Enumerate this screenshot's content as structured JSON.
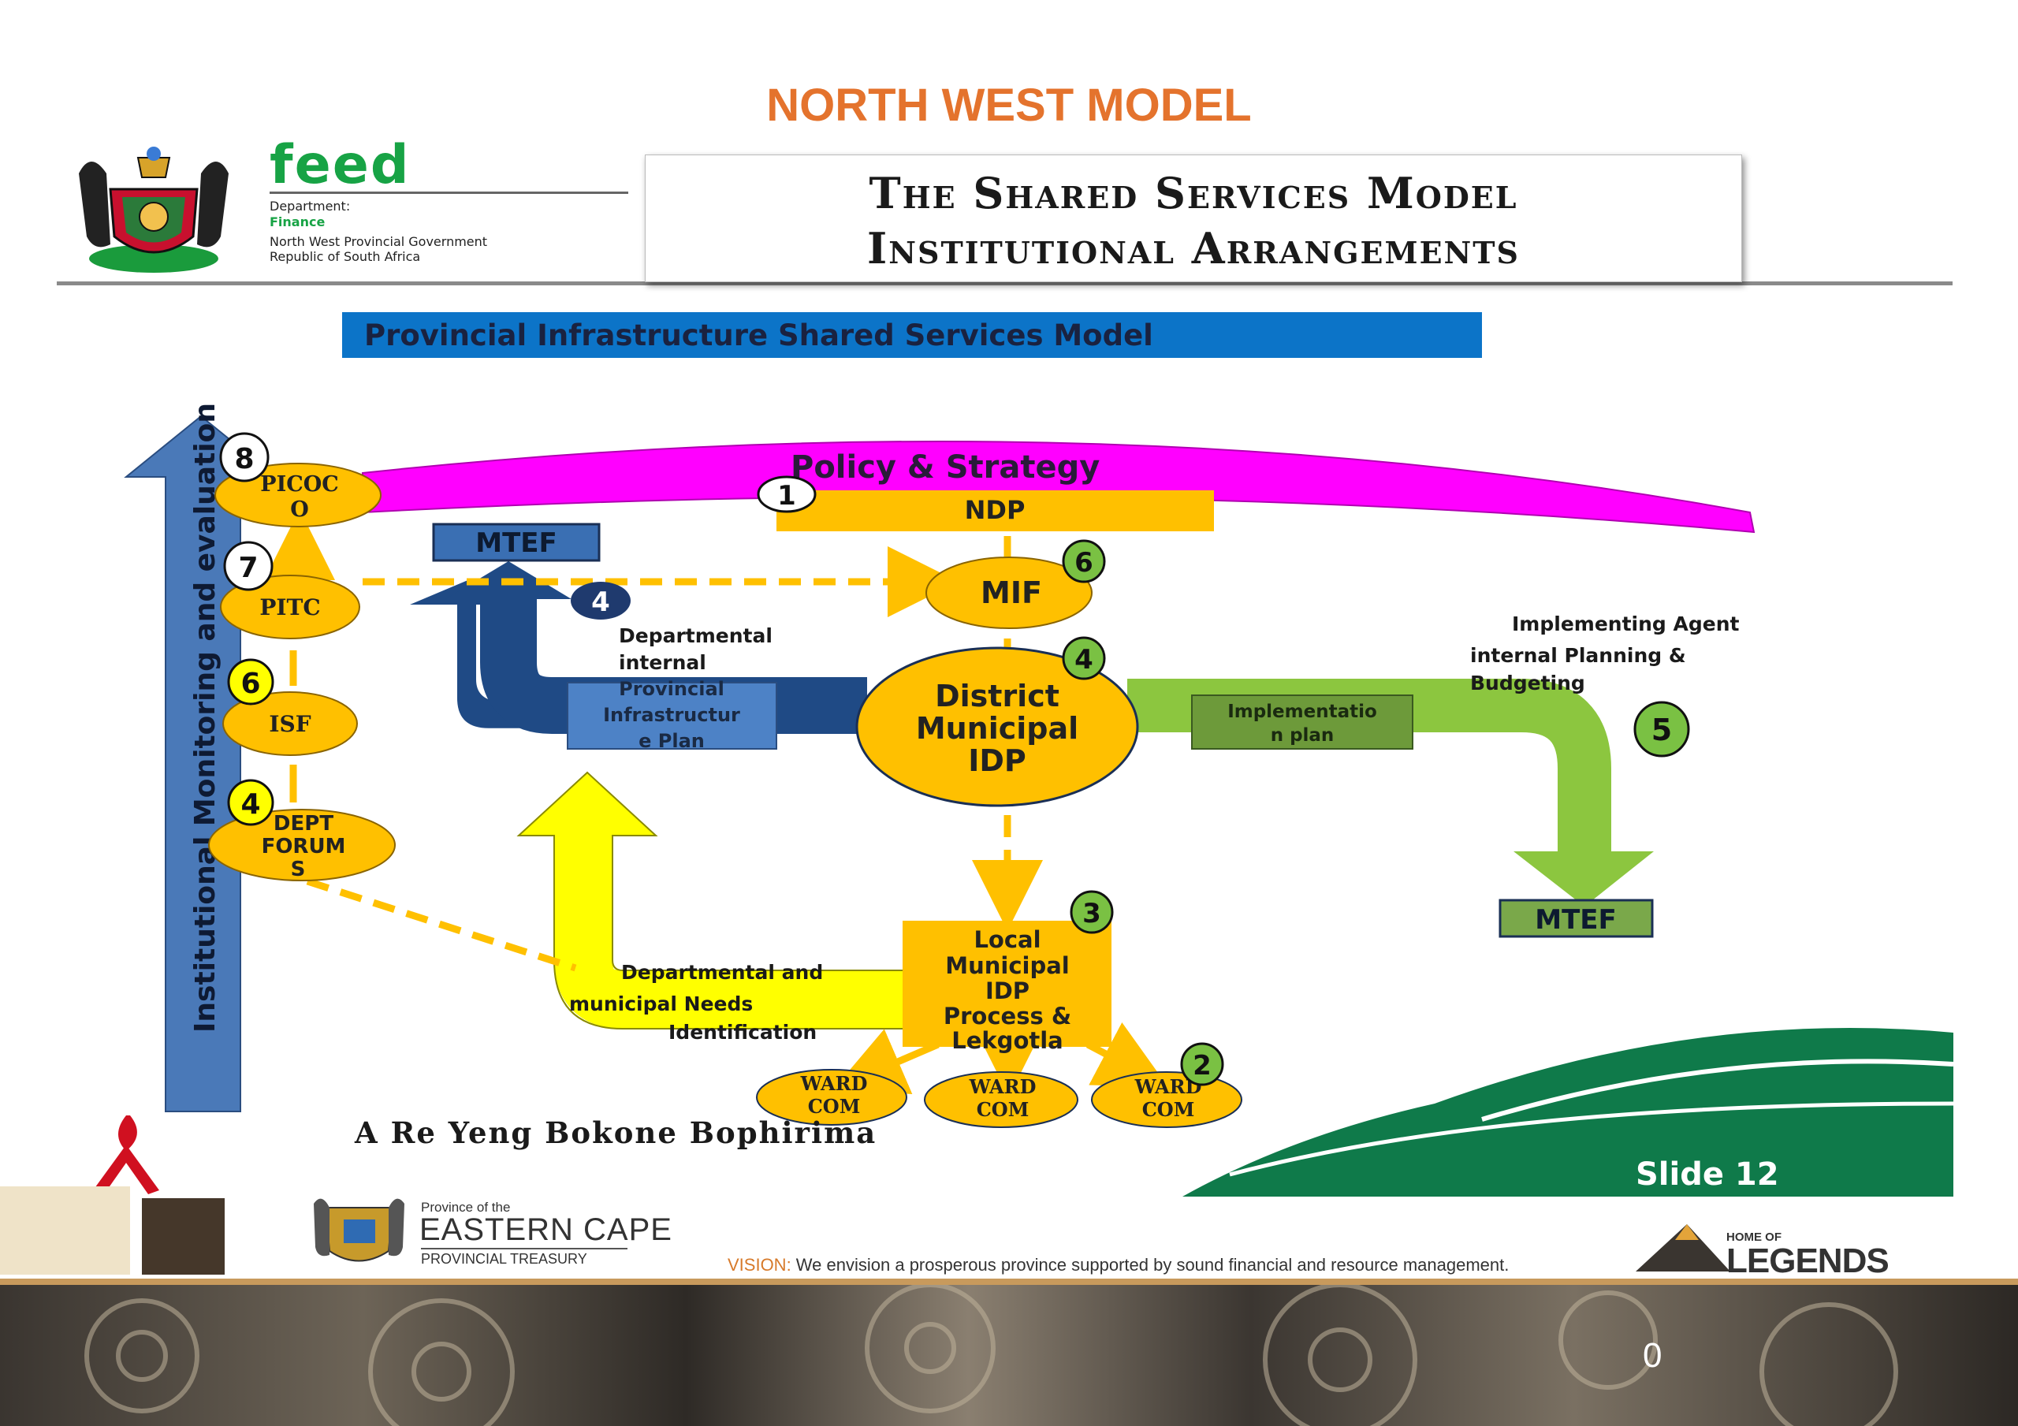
{
  "slide_title": "NORTH WEST MODEL",
  "logo": {
    "wordmark": "feed",
    "line1": "Department:",
    "line2": "Finance",
    "line3": "North West Provincial Government",
    "line4": "Republic of South Africa"
  },
  "title_box": {
    "line1": "The Shared Services Model",
    "line2": "Institutional Arrangements"
  },
  "banner": "Provincial Infrastructure Shared Services Model",
  "diagram": {
    "vertical_arrow_label": "Institutional Monitoring and evaluation",
    "arc_label": "Policy &  Strategy",
    "nodes": {
      "picoco": "PICOC\nO",
      "pitc": "PITC",
      "isf": "ISF",
      "dept_forums": "DEPT\nFORUM\nS",
      "ndp": "NDP",
      "mif": "MIF",
      "district_idp": "District\nMunicipal\nIDP",
      "local_idp": "Local\nMunicipal\nIDP\nProcess &\nLekgotla",
      "ward_com_1": "WARD\nCOM",
      "ward_com_2": "WARD\nCOM",
      "ward_com_3": "WARD\nCOM",
      "mtef_top": "MTEF",
      "mtef_right": "MTEF",
      "provincial_plan": "Provincial\nInfrastructur\ne Plan",
      "implementation_plan": "Implementatio\nn plan"
    },
    "badges": {
      "b8": "8",
      "b7": "7",
      "b6_left": "6",
      "b4_left": "4",
      "b1": "1",
      "b6_mif": "6",
      "b4_dark": "4",
      "b4_district": "4",
      "b5": "5",
      "b3": "3",
      "b2": "2"
    },
    "text_labels": {
      "dept_internal": "Departmental\ninternal",
      "implementing_agent": "Implementing Agent\ninternal Planning &\nBudgeting",
      "needs_identification": "Departmental and\nmunicipal  Needs\nIdentification",
      "motto": "A Re Yeng Bokone Bophirima",
      "slide_label": "Slide 12"
    }
  },
  "footer": {
    "province_of_the": "Province of the",
    "eastern_cape": "EASTERN CAPE",
    "treasury": "PROVINCIAL TREASURY",
    "vision_label": "VISION:",
    "vision_text": " We envision a prosperous province supported by sound financial and resource management.",
    "home_of": "HOME OF",
    "legends": "LEGENDS",
    "page_number": "0"
  },
  "colors": {
    "title_orange": "#e4732d",
    "banner_blue": "#0c74c8",
    "node_yellow": "#ffc000",
    "arc_magenta": "#ff00ff",
    "badge_green": "#7ac143",
    "dark_blue_arrow": "#24508a",
    "green_arrow": "#8cc63f",
    "light_yellow_arrow": "#ffff00"
  }
}
